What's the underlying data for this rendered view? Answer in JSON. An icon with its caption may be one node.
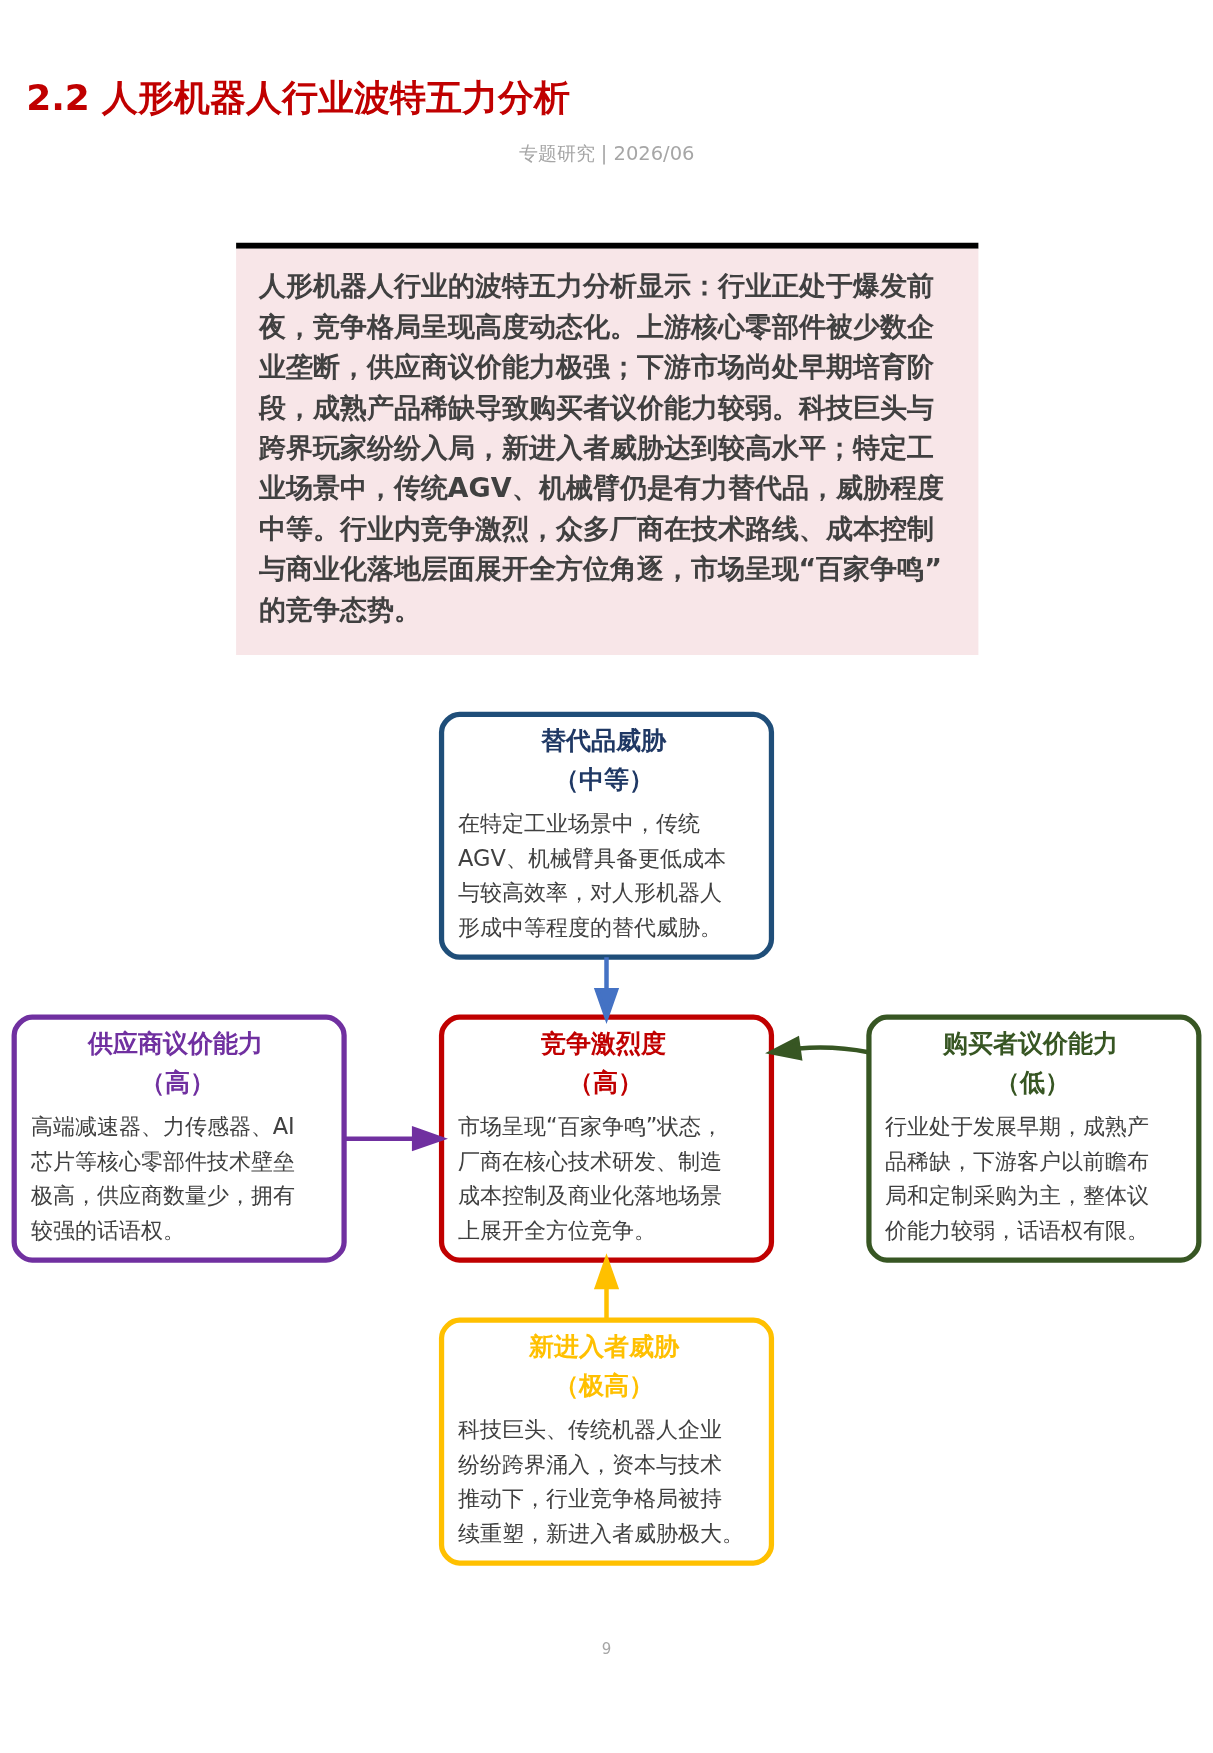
{
  "diagram": {
    "title": "2.2 人形机器人行业波特五力分析",
    "nodes": [
      {
        "text": [
          "人形机器人行业的波特五力分析显示：行业正处于爆发前夜，竞争格局呈现高度动态化。上游核心零部件被少数企业垄断，供应商议价能力极强；下游市场尚处早期培育阶段，成熟产品稀缺导致购买者议价能力较弱。科技巨头与跨界玩家纷纷入局，新进入者威胁达到较高水平；特定工业场景中，传统AGV、机械臂仍是有力替代品，威胁程度中等。行业内竞争激烈，众多厂商在技术路线、成本控制与商业化落地层面展开全方位角逐，市场呈现“百家争鸣”的竞争态势。"
        ]
      },
      {
        "text": [
          "替代品威胁（中等）",
          "在特定工业场景中，传统AGV、机械臂具备更低成本与较高效率，对人形机器人形成中等程度的替代威胁。"
        ]
      },
      {
        "text": [
          "供应商议价能力（高）",
          "高端减速器、力传感器、AI芯片等核心零部件技术壁垒极高，供应商数量少，拥有较强的话语权。"
        ]
      },
      {
        "text": [
          "竞争激烈度（高）",
          "市场呈现“百家争鸣”状态，厂商在核心技术研发、制造成本控制及商业化落地场景上展开全方位竞争。"
        ]
      },
      {
        "text": [
          "购买者议价能力（低）",
          "行业处于发展早期，成熟产品稀缺，下游客户以前瞻布局和定制采购为主，整体议价能力较弱，话语权有限。"
        ]
      },
      {
        "text": [
          "新进入者威胁（极高）",
          "科技巨头、传统机器人企业纷纷跨界涌入，资本与技术推动下，行业竞争格局被持续重塑，新进入者威胁极大。"
        ]
      }
    ],
    "edges": [
      {
        "from": 1,
        "to": 3,
        "arrow": "to",
        "color": "#4472c4"
      },
      {
        "from": 2,
        "to": 3,
        "arrow": "to",
        "color": "#7030a0"
      },
      {
        "from": 4,
        "to": 3,
        "arrow": "to",
        "color": "#375623"
      },
      {
        "from": 5,
        "to": 3,
        "arrow": "to",
        "color": "#ffc000"
      }
    ],
    "labels": [
      "专题研究 | 2026/06",
      "9"
    ]
  }
}
